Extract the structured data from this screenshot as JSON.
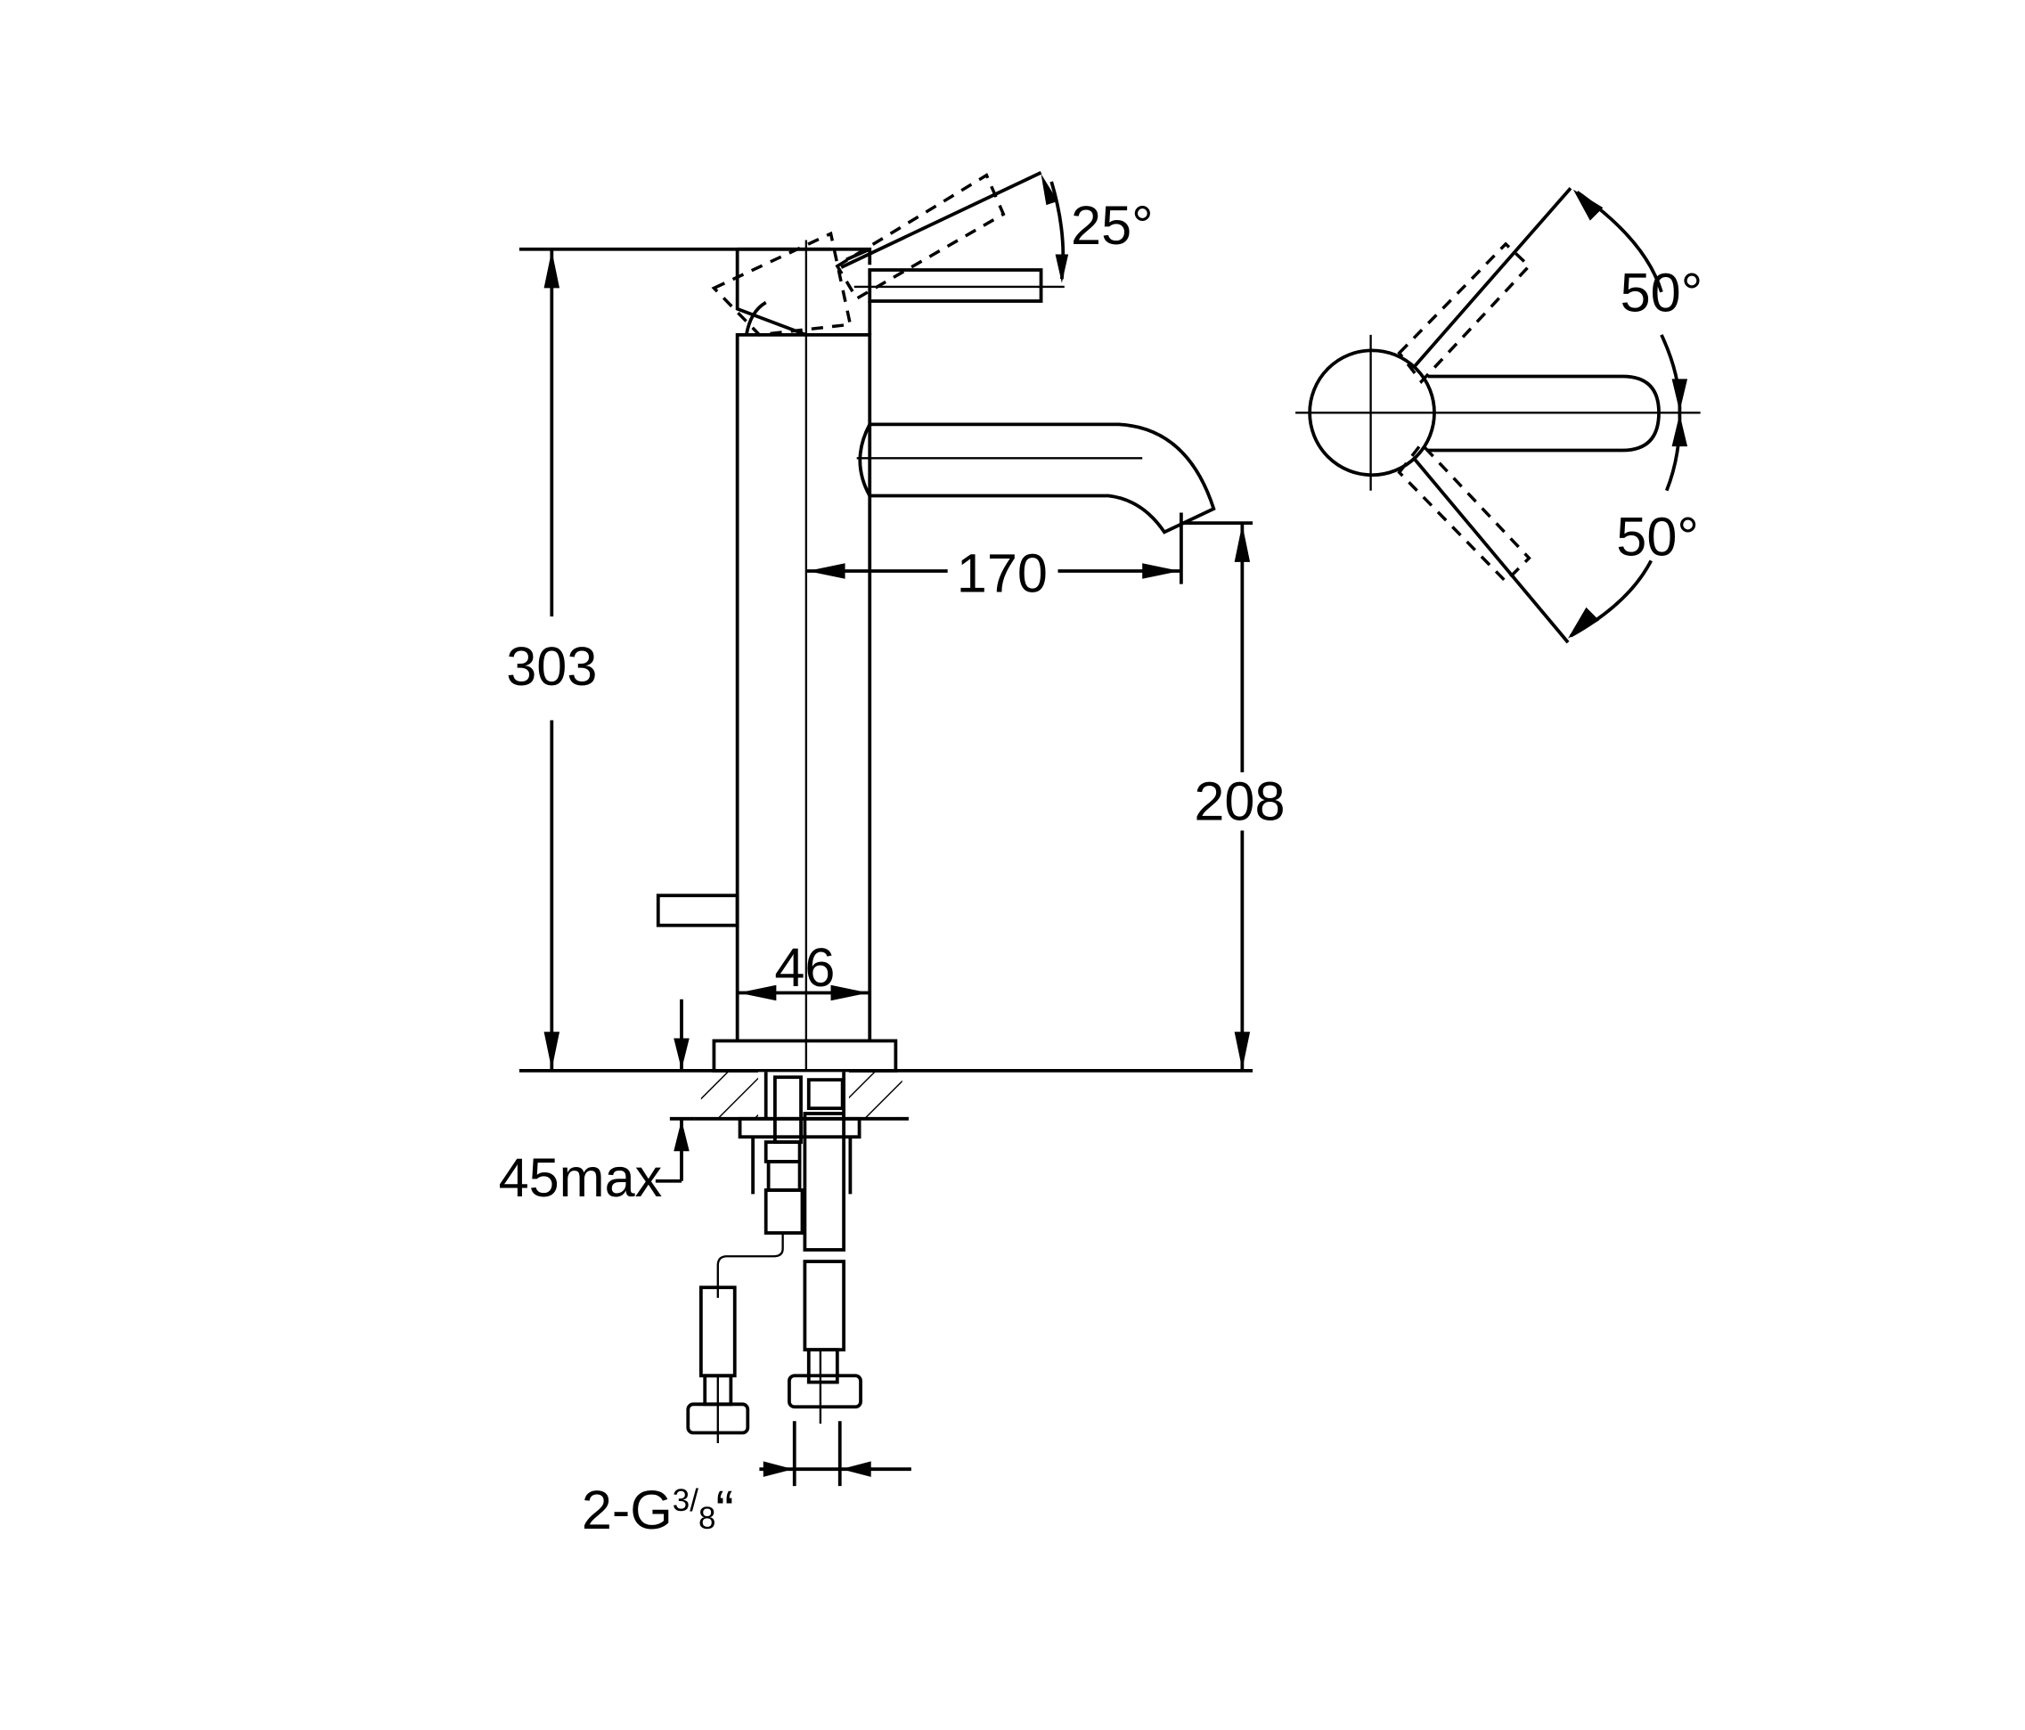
{
  "drawing": {
    "title": "Basin mixer tap dimension drawing",
    "dimensions": {
      "total_height": "303",
      "spout_height": "208",
      "spout_reach": "170",
      "body_diameter": "46",
      "counter_thickness": "45max",
      "lever_tilt": "25°",
      "swivel_left": "50°",
      "swivel_right": "50°",
      "connection_prefix": "2-G",
      "connection_num": "3",
      "connection_den": "8",
      "connection_suffix": "“"
    }
  }
}
